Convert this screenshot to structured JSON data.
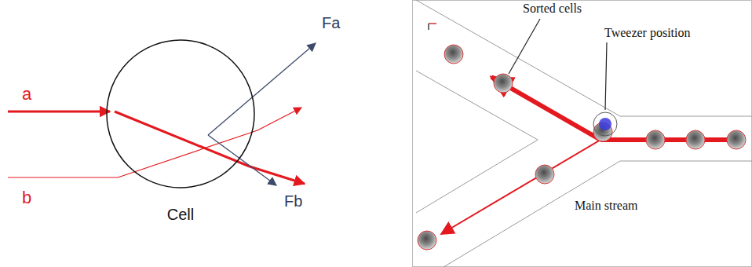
{
  "diagram": {
    "nodes": [
      {
        "text": [
          "Cell"
        ]
      }
    ],
    "labels": [
      "a",
      "b",
      "Fa",
      "Fb",
      "Sorted cells",
      "Tweezer position",
      "Main stream"
    ]
  }
}
